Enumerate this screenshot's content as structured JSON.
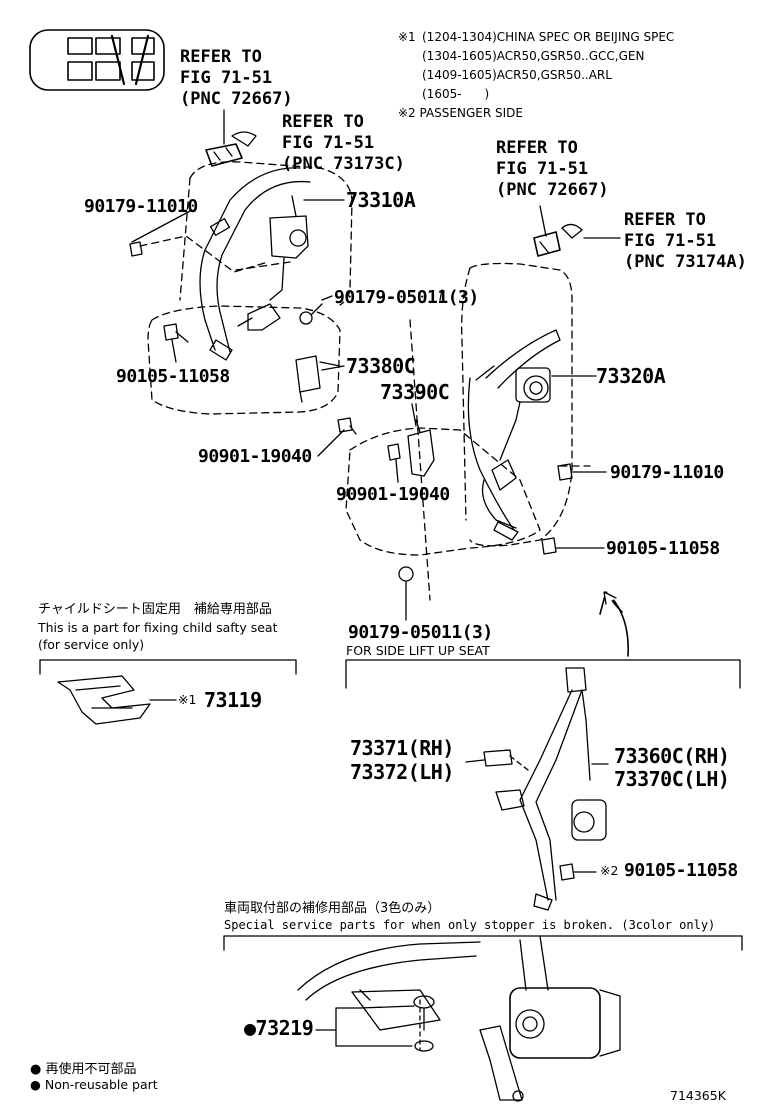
{
  "notes": {
    "mark1": "※1",
    "line1": "(1204-1304)CHINA SPEC OR BEIJING SPEC",
    "line2": "(1304-1605)ACR50,GSR50..GCC,GEN",
    "line3": "(1409-1605)ACR50,GSR50..ARL",
    "line4": "(1605-      )",
    "mark2": "※2 PASSENGER SIDE"
  },
  "refs": {
    "ref_72667_a": "REFER TO\nFIG 71-51\n(PNC 72667)",
    "ref_73173c": "REFER TO\nFIG 71-51\n(PNC 73173C)",
    "ref_72667_b": "REFER TO\nFIG 71-51\n(PNC 72667)",
    "ref_73174a": "REFER TO\nFIG 71-51\n(PNC 73174A)"
  },
  "parts": {
    "p90179_11010_left": "90179-11010",
    "p73310a": "73310A",
    "p90179_05011_top": "90179-05011(3)",
    "p90105_11058_left": "90105-11058",
    "p73380c": "73380C",
    "p73390c": "73390C",
    "p73320a": "73320A",
    "p90901_19040_a": "90901-19040",
    "p90901_19040_b": "90901-19040",
    "p90179_11010_right": "90179-11010",
    "p90105_11058_right": "90105-11058",
    "p90179_05011_bottom": "90179-05011(3)",
    "p73119": "73119",
    "p73119_mark": "※1",
    "p73371": "73371(RH)",
    "p73372": "73372(LH)",
    "p73360c": "73360C(RH)",
    "p73370c": "73370C(LH)",
    "p90105_11058_bottom": "90105-11058",
    "p90105_mark": "※2",
    "p73219": "●73219"
  },
  "captions": {
    "child_jp": "チャイルドシート固定用　補給専用部品",
    "child_en1": "This is a part for fixing child safty seat",
    "child_en2": "(for service only)",
    "side_lift": "FOR SIDE LIFT UP SEAT",
    "special_jp": "車両取付部の補修用部品（3色のみ）",
    "special_en": "Special service parts for when only stopper is broken. (3color only)",
    "legend_jp": "● 再使用不可部品",
    "legend_en": "● Non-reusable part",
    "figure_id": "714365K"
  }
}
